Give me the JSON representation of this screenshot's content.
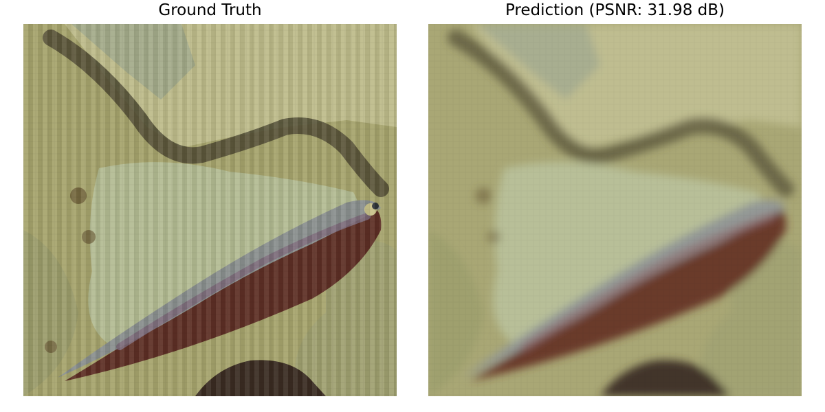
{
  "figure": {
    "panels": [
      {
        "title": "Ground Truth",
        "image": "fish-photo-ground-truth"
      },
      {
        "title": "Prediction (PSNR: 31.98 dB)",
        "image": "fish-photo-prediction-blurred"
      }
    ]
  },
  "colors": {
    "background_olive": "#a6a46c",
    "light_sand": "#c2c08e",
    "pale_green": "#b3bb92",
    "dark_ridge": "#4f4a32",
    "fish_back_gray": "#8a8f8e",
    "fish_belly_brown": "#5e2f25",
    "fish_stripe_mauve": "#7c6a7a",
    "shadow_dark": "#3a2c22"
  }
}
